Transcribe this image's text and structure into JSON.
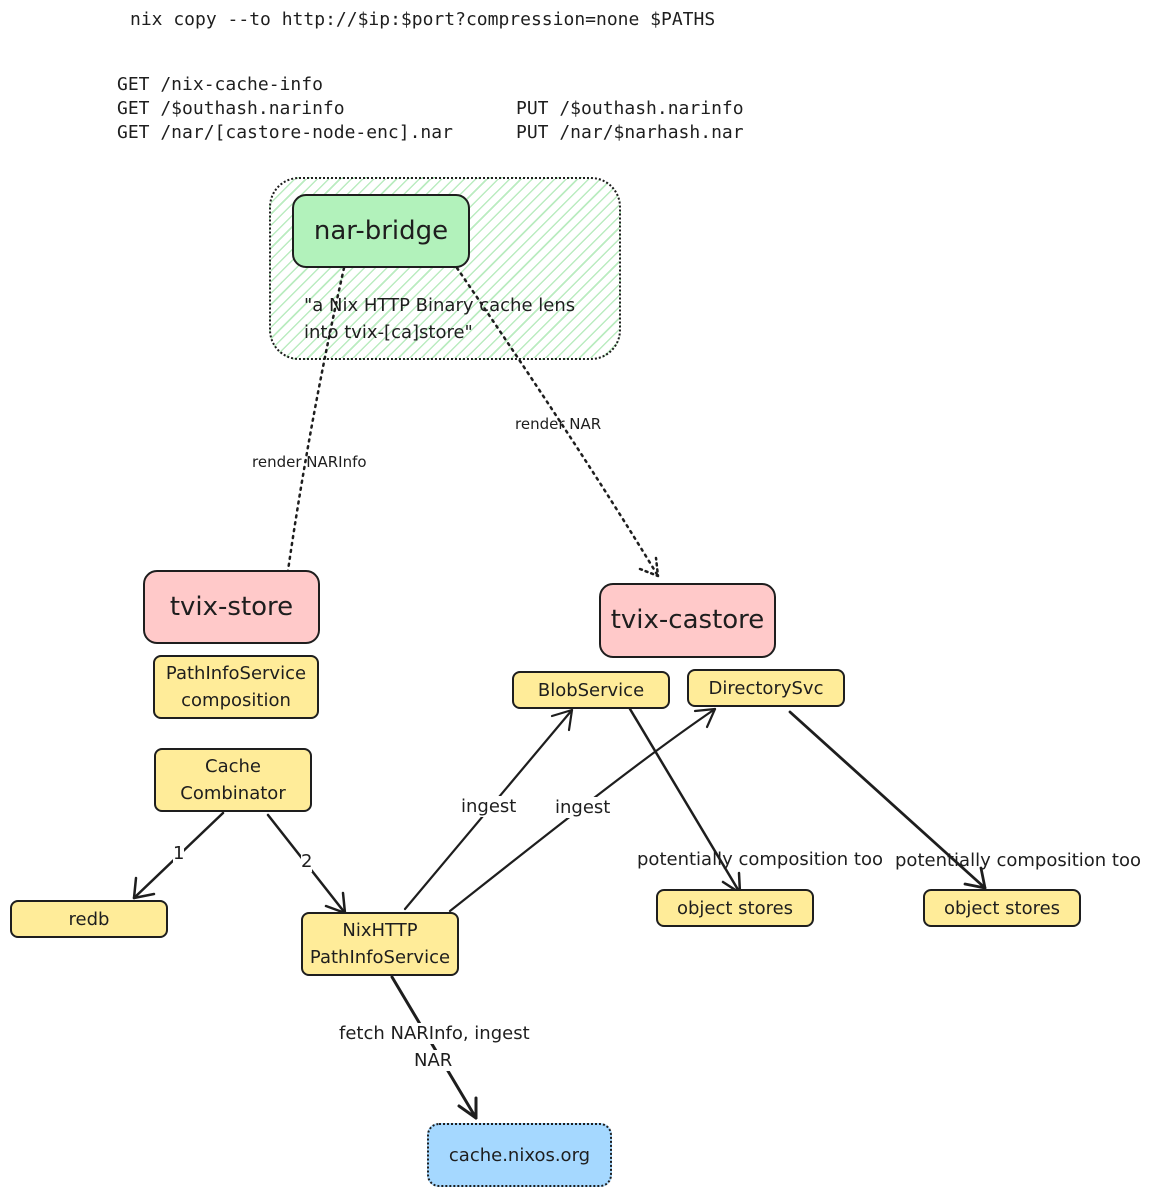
{
  "command": "nix copy --to http://$ip:$port?compression=none $PATHS",
  "requests": {
    "get": [
      "GET /nix-cache-info",
      "GET /$outhash.narinfo",
      "GET /nar/[castore-node-enc].nar"
    ],
    "put": [
      "PUT /$outhash.narinfo",
      "PUT /nar/$narhash.nar"
    ]
  },
  "nodes": {
    "nar_bridge": "nar-bridge",
    "nar_bridge_desc_1": "\"a Nix HTTP Binary cache lens",
    "nar_bridge_desc_2": "into tvix-[ca]store\"",
    "tvix_store": "tvix-store",
    "tvix_castore": "tvix-castore",
    "pathinfo_composition_1": "PathInfoService",
    "pathinfo_composition_2": "composition",
    "blob_service": "BlobService",
    "directory_svc": "DirectorySvc",
    "cache_combinator_1": "Cache",
    "cache_combinator_2": "Combinator",
    "redb": "redb",
    "nixhttp_1": "NixHTTP",
    "nixhttp_2": "PathInfoService",
    "object_stores_1": "object stores",
    "object_stores_2": "object stores",
    "cache_nixos": "cache.nixos.org"
  },
  "edges": {
    "render_narinfo": "render NARInfo",
    "render_nar": "render NAR",
    "ingest_1": "ingest",
    "ingest_2": "ingest",
    "potentially_1": "potentially composition too",
    "potentially_2": "potentially composition too",
    "order_1": "1",
    "order_2": "2",
    "fetch_1": "fetch NARInfo, ingest",
    "fetch_2": "NAR"
  },
  "colors": {
    "green": "#b2f2bb",
    "pink": "#ffc9c9",
    "yellow": "#ffec99",
    "blue": "#a5d8ff",
    "stroke": "#1e1e1e"
  }
}
